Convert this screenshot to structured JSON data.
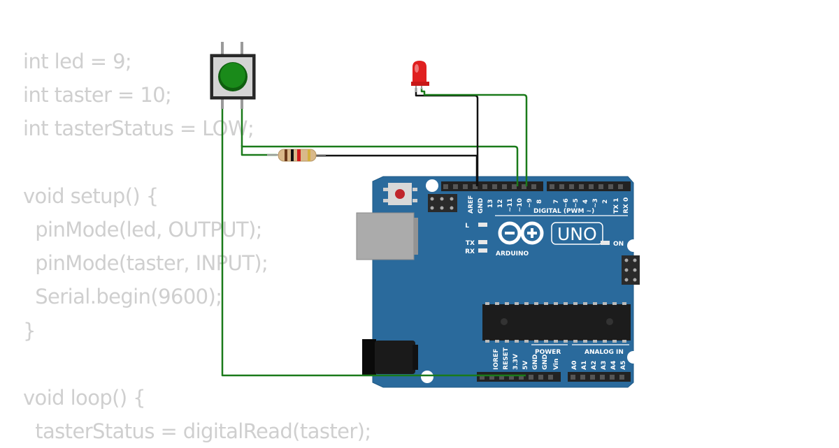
{
  "code_lines": [
    "int led = 9;",
    "int taster = 10;",
    "int tasterStatus = LOW;",
    "",
    "void setup() {",
    "  pinMode(led, OUTPUT);",
    "  pinMode(taster, INPUT);",
    "  Serial.begin(9600);",
    "}",
    "",
    "void loop() {",
    "  tasterStatus = digitalRead(taster);"
  ],
  "board": {
    "model": "UNO",
    "brand": "ARDUINO",
    "digital_header": "DIGITAL (PWM ~)",
    "power_header": "POWER",
    "analog_header": "ANALOG IN",
    "led_l": "L",
    "led_tx": "TX",
    "led_rx": "RX",
    "led_on": "ON",
    "digital_pins": [
      "AREF",
      "GND",
      "13",
      "12",
      "~11",
      "~10",
      "~9",
      "8",
      "7",
      "~6",
      "~5",
      "4",
      "~3",
      "2",
      "TX 1",
      "RX 0"
    ],
    "power_pins": [
      "IOREF",
      "RESET",
      "3.3V",
      "5V",
      "GND",
      "GND",
      "Vin"
    ],
    "analog_pins": [
      "A0",
      "A1",
      "A2",
      "A3",
      "A4",
      "A5"
    ]
  },
  "colors": {
    "board": "#2a6a9c",
    "wire_green": "#1a7a1a",
    "wire_black": "#111111",
    "button_cap": "#1a8a1a",
    "led": "#e02020",
    "code_text": "#cfcfcf"
  },
  "icons": [
    "arduino-infinity-logo"
  ]
}
